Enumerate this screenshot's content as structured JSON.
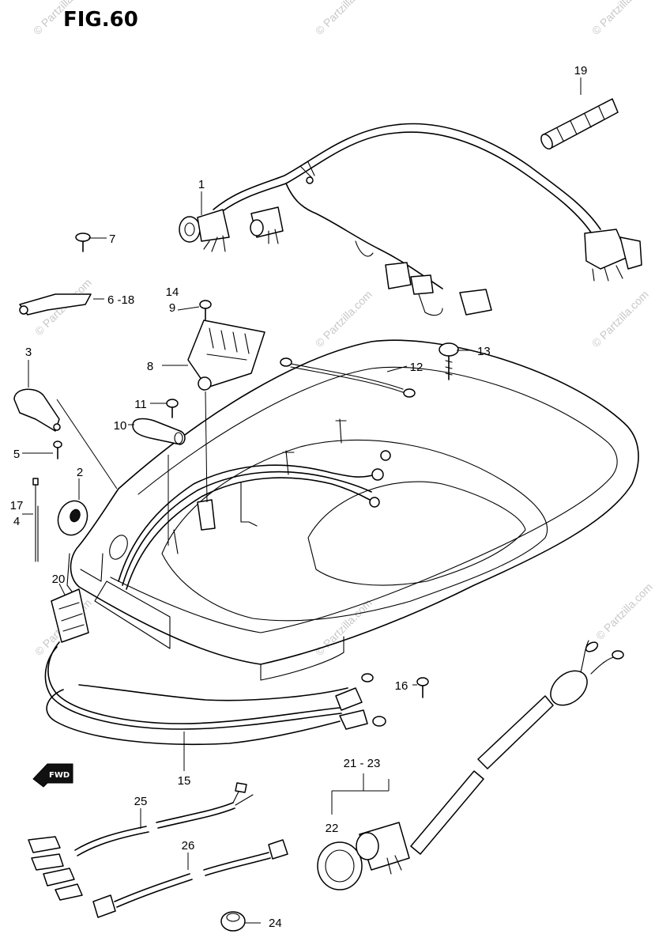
{
  "figure": {
    "title": "FIG.60"
  },
  "watermark": {
    "text": "© Partzilla.com"
  },
  "direction_marker": {
    "text": "FWD"
  },
  "callouts": [
    {
      "id": "c19",
      "label": "19"
    },
    {
      "id": "c1",
      "label": "1"
    },
    {
      "id": "c7",
      "label": "7"
    },
    {
      "id": "c6_18",
      "label": "6 -18"
    },
    {
      "id": "c14",
      "label": "14"
    },
    {
      "id": "c9",
      "label": "9"
    },
    {
      "id": "c13",
      "label": "13"
    },
    {
      "id": "c8",
      "label": "8"
    },
    {
      "id": "c12",
      "label": "12"
    },
    {
      "id": "c3",
      "label": "3"
    },
    {
      "id": "c11",
      "label": "11"
    },
    {
      "id": "c10",
      "label": "10"
    },
    {
      "id": "c5",
      "label": "5"
    },
    {
      "id": "c2",
      "label": "2"
    },
    {
      "id": "c17",
      "label": "17"
    },
    {
      "id": "c4",
      "label": "4"
    },
    {
      "id": "c20",
      "label": "20"
    },
    {
      "id": "c16",
      "label": "16"
    },
    {
      "id": "c15",
      "label": "15"
    },
    {
      "id": "c21_23",
      "label": "21 - 23"
    },
    {
      "id": "c25",
      "label": "25"
    },
    {
      "id": "c22",
      "label": "22"
    },
    {
      "id": "c26",
      "label": "26"
    },
    {
      "id": "c24",
      "label": "24"
    }
  ]
}
